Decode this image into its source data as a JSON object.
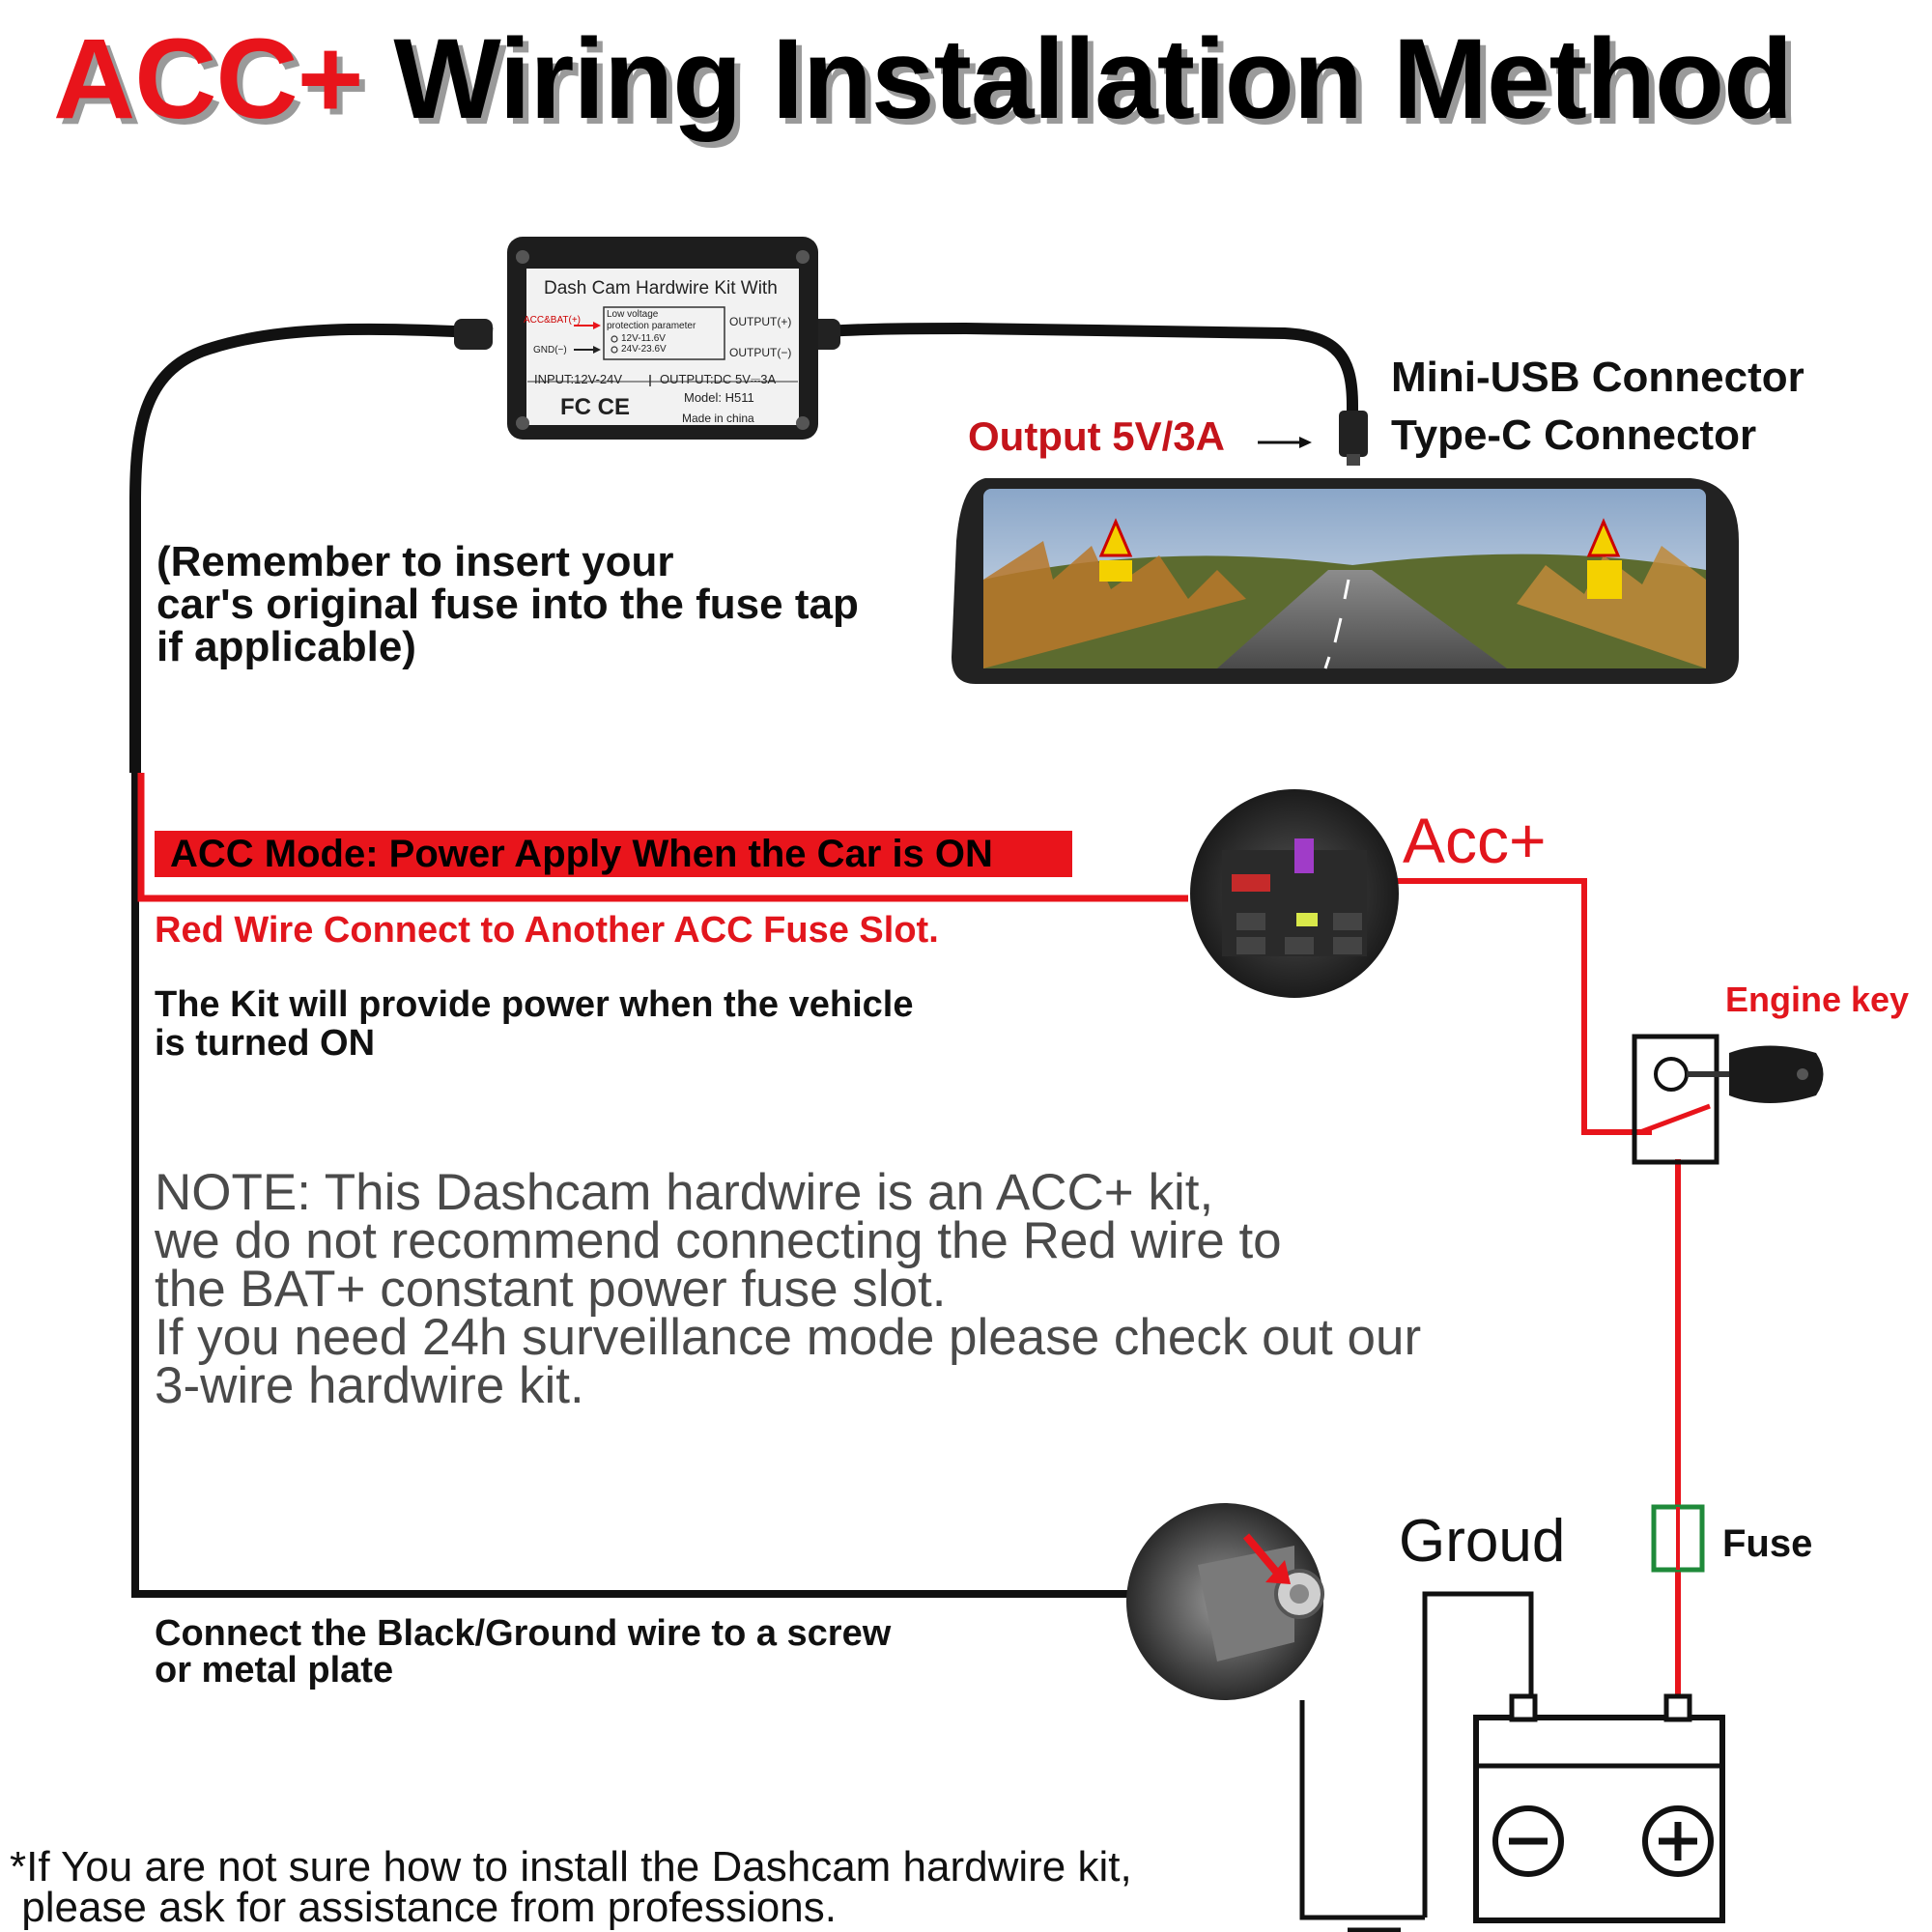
{
  "title": {
    "accent": "ACC+",
    "rest": "Wiring Installation Method"
  },
  "kit_box": {
    "heading": "Dash Cam Hardwire Kit With",
    "acc_bat": "ACC&BAT(+)",
    "gnd": "GND(−)",
    "low_voltage_1": "Low   voltage",
    "low_voltage_2": "protection parameter",
    "range_1": "12V-11.6V",
    "range_2": "24V-23.6V",
    "output_plus": "OUTPUT(+)",
    "output_minus": "OUTPUT(−)",
    "input": "INPUT:12V-24V",
    "output_dc": "OUTPUT:DC 5V⎓3A",
    "certs": "FC CE",
    "model": "Model: H511",
    "made_in": "Made in china"
  },
  "connector_labels": {
    "mini_usb": "Mini-USB Connector",
    "type_c": "Type-C Connector"
  },
  "output_label": "Output 5V/3A",
  "fuse_reminder": [
    "(Remember to insert your",
    "car's original fuse into the fuse tap",
    "if applicable)"
  ],
  "acc_mode_banner": "ACC Mode: Power Apply When the Car is ON",
  "red_wire_text": "Red Wire Connect to Another ACC Fuse Slot.",
  "kit_power_text": [
    "The Kit will provide power when the vehicle",
    "is turned ON"
  ],
  "note_lines": [
    "NOTE: This Dashcam hardwire is an ACC+ kit,",
    "we do not recommend connecting the Red wire to",
    "the BAT+ constant power fuse slot.",
    "If you need 24h surveillance mode please check out our",
    "3-wire hardwire kit."
  ],
  "acc_plus_label": "Acc+",
  "engine_key_label": "Engine key",
  "ground_label": "Groud",
  "fuse_label": "Fuse",
  "ground_text": [
    "Connect the Black/Ground wire to a screw",
    "or metal plate"
  ],
  "footer_lines": [
    "*If You are not sure how to install the Dashcam hardwire kit,",
    " please ask for assistance from professions."
  ],
  "colors": {
    "accent_red": "#e8141b",
    "wire_red": "#e8141b",
    "wire_black": "#111111",
    "fuse_green": "#1f8a3a"
  }
}
